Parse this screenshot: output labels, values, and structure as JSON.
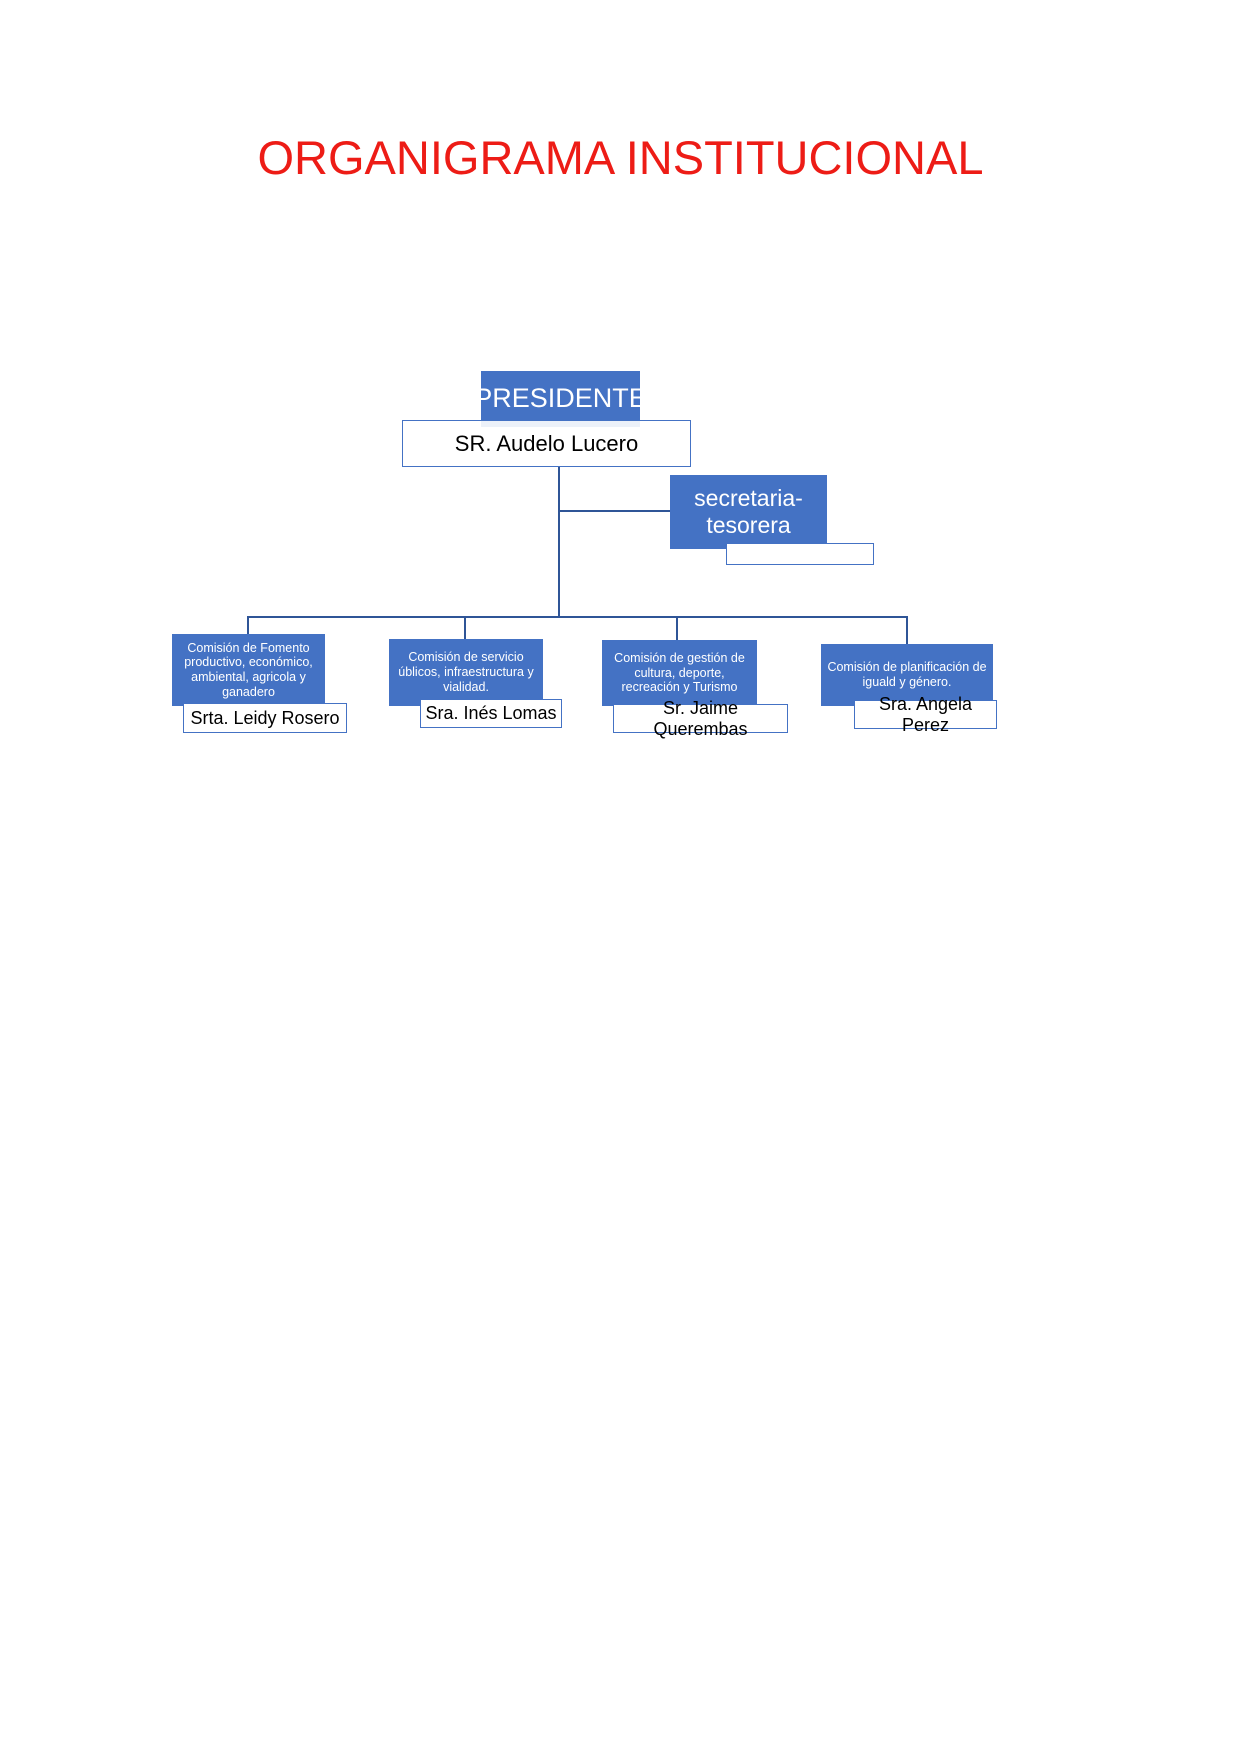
{
  "document": {
    "title": "ORGANIGRAMA INSTITUCIONAL",
    "title_color": "#ed1c16",
    "node_fill_color": "#4472c4",
    "connector_color": "#2f5597",
    "background_color": "#ffffff"
  },
  "chart_data": {
    "type": "diagram",
    "diagram_type": "organizational-chart",
    "title": "ORGANIGRAMA INSTITUCIONAL",
    "nodes": [
      {
        "id": "president",
        "role": "PRESIDENTE",
        "person": "SR. Audelo Lucero",
        "level": 0
      },
      {
        "id": "secretaria",
        "role": "secretaria-tesorera",
        "person": "",
        "level": 1
      },
      {
        "id": "com1",
        "role": "Comisión de Fomento productivo, económico, ambiental, agricola y ganadero",
        "person": "Srta. Leidy Rosero",
        "level": 2
      },
      {
        "id": "com2",
        "role": "Comisión de servicio úblicos, infraestructura y vialidad.",
        "person": "Sra. Inés Lomas",
        "level": 2
      },
      {
        "id": "com3",
        "role": "Comisión de gestión de cultura, deporte, recreación y Turismo",
        "person": "Sr. Jaime Querembas",
        "level": 2
      },
      {
        "id": "com4",
        "role": "Comisión de planificación de iguald y género.",
        "person": "Sra. Angela Perez",
        "level": 2
      }
    ],
    "edges": [
      {
        "from": "president",
        "to": "secretaria"
      },
      {
        "from": "president",
        "to": "com1"
      },
      {
        "from": "president",
        "to": "com2"
      },
      {
        "from": "president",
        "to": "com3"
      },
      {
        "from": "president",
        "to": "com4"
      }
    ]
  },
  "president": {
    "role": "PRESIDENTE",
    "name": "SR. Audelo Lucero"
  },
  "secretaria": {
    "role": "secretaria-tesorera",
    "name": ""
  },
  "commissions": [
    {
      "role": "Comisión de Fomento productivo, económico, ambiental, agricola y ganadero",
      "name": "Srta. Leidy Rosero"
    },
    {
      "role": "Comisión de servicio úblicos, infraestructura y vialidad.",
      "name": "Sra. Inés Lomas"
    },
    {
      "role": "Comisión de gestión de cultura, deporte, recreación y Turismo",
      "name": "Sr. Jaime Querembas"
    },
    {
      "role": "Comisión de planificación de iguald y género.",
      "name": "Sra. Angela Perez"
    }
  ]
}
